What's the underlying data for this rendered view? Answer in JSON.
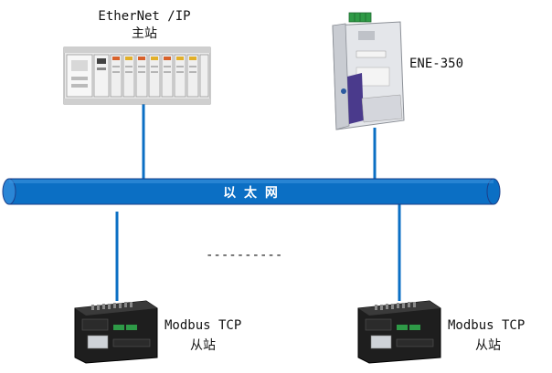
{
  "master": {
    "label_line1": "EtherNet /IP",
    "label_line2": "主站"
  },
  "gateway": {
    "label": "ENE-350"
  },
  "bus": {
    "label": "以 太 网",
    "color": "#0b6fc4"
  },
  "ellipsis": "----------",
  "slave_left": {
    "label_line1": "Modbus TCP",
    "label_line2": "从站"
  },
  "slave_right": {
    "label_line1": "Modbus TCP",
    "label_line2": "从站"
  },
  "colors": {
    "link": "#0b6fc4",
    "bus_fill": "#0b6fc4",
    "bus_stroke": "#1b3f8a",
    "plc_body": "#f2f2f2",
    "slave_body": "#1e1e1e"
  }
}
